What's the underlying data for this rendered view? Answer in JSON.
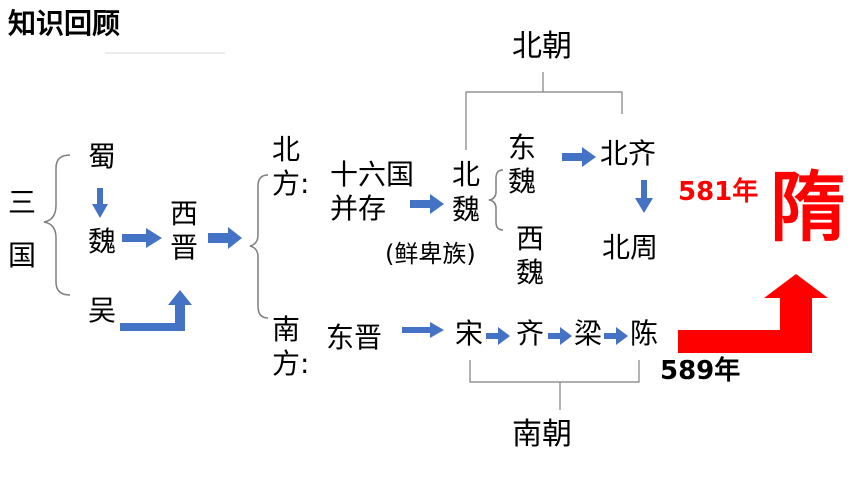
{
  "title": "知识回顾",
  "labels": {
    "sanguo": "三国",
    "shu": "蜀",
    "wei": "魏",
    "wu": "吴",
    "xijin": "西晋",
    "north_side": "北方:",
    "south_side": "南方:",
    "shiliuguo": "十六国并存",
    "beiwei": "北魏",
    "xianbei": "(鲜卑族)",
    "dongwei": "东魏",
    "xiwei": "西魏",
    "beiqi": "北齐",
    "beizhou": "北周",
    "dongjin": "东晋",
    "song": "宋",
    "qi": "齐",
    "liang": "梁",
    "chen": "陈",
    "beichao": "北朝",
    "nanchao": "南朝",
    "year_581": "581年",
    "year_589": "589年",
    "sui": "隋"
  },
  "colors": {
    "arrow_blue": "#4472c4",
    "arrow_red": "#ff0000",
    "text": "#000000",
    "bracket": "#7f7f7f"
  }
}
